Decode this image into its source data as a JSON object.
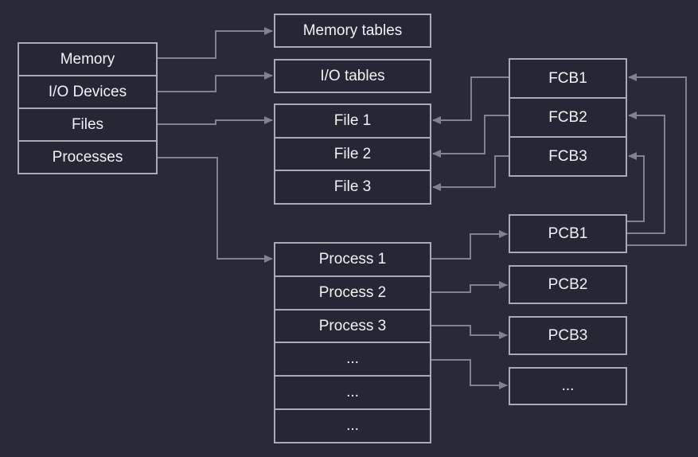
{
  "colors": {
    "background": "#272b37",
    "box_fill": "#252834",
    "box_border": "#a9abb0",
    "connector": "#7e8390",
    "text": "#f2f2f3"
  },
  "resource_table": {
    "rows": [
      "Memory",
      "I/O Devices",
      "Files",
      "Processes"
    ]
  },
  "memory_tables": {
    "label": "Memory tables"
  },
  "io_tables": {
    "label": "I/O tables"
  },
  "file_table": {
    "rows": [
      "File 1",
      "File 2",
      "File 3"
    ]
  },
  "process_table": {
    "rows": [
      "Process 1",
      "Process 2",
      "Process 3",
      "...",
      "...",
      "..."
    ]
  },
  "fcb_table": {
    "rows": [
      "FCB1",
      "FCB2",
      "FCB3"
    ]
  },
  "pcb_list": {
    "boxes": [
      "PCB1",
      "PCB2",
      "PCB3",
      "..."
    ]
  }
}
